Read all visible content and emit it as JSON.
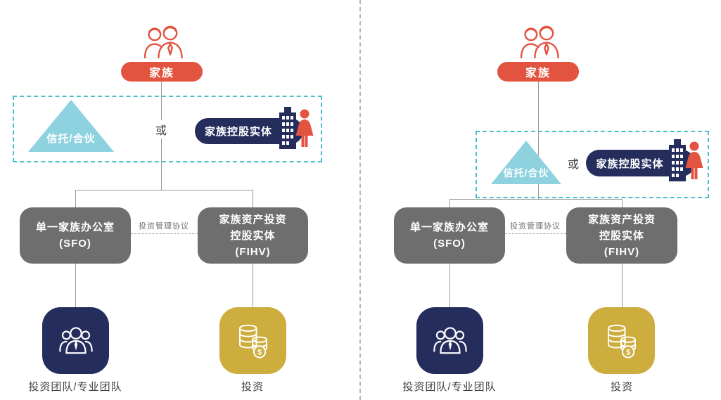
{
  "panels": [
    {
      "family_label": "家族",
      "trust_label": "信托/合伙",
      "or_label": "或",
      "holding_label": "家族控股实体",
      "sfo_label_line1": "单一家族办公室",
      "sfo_label_line2": "(SFO)",
      "fihv_label_line1": "家族资产投资",
      "fihv_label_line2": "控股实体",
      "fihv_label_line3": "(FIHV)",
      "agreement_label": "投资管理协议",
      "team_label": "投资团队/专业团队",
      "investment_label": "投资"
    },
    {
      "family_label": "家族",
      "trust_label": "信托/合伙",
      "or_label": "或",
      "holding_label": "家族控股实体",
      "sfo_label_line1": "单一家族办公室",
      "sfo_label_line2": "(SFO)",
      "fihv_label_line1": "家族资产投资",
      "fihv_label_line2": "控股实体",
      "fihv_label_line3": "(FIHV)",
      "agreement_label": "投资管理协议",
      "team_label": "投资团队/专业团队",
      "investment_label": "投资"
    }
  ],
  "icons": {
    "family": "couple-icon",
    "holding": "building-woman-icon",
    "team": "team-people-icon",
    "investment": "coin-stack-icon"
  },
  "colors": {
    "accent_red": "#E25440",
    "teal_dashed": "#4BBFCB",
    "light_blue": "#8ED2E0",
    "navy": "#252D5D",
    "gray_box": "#6E6E6E",
    "gold": "#CDAD3E",
    "connector_gray": "#9A9A9A"
  }
}
